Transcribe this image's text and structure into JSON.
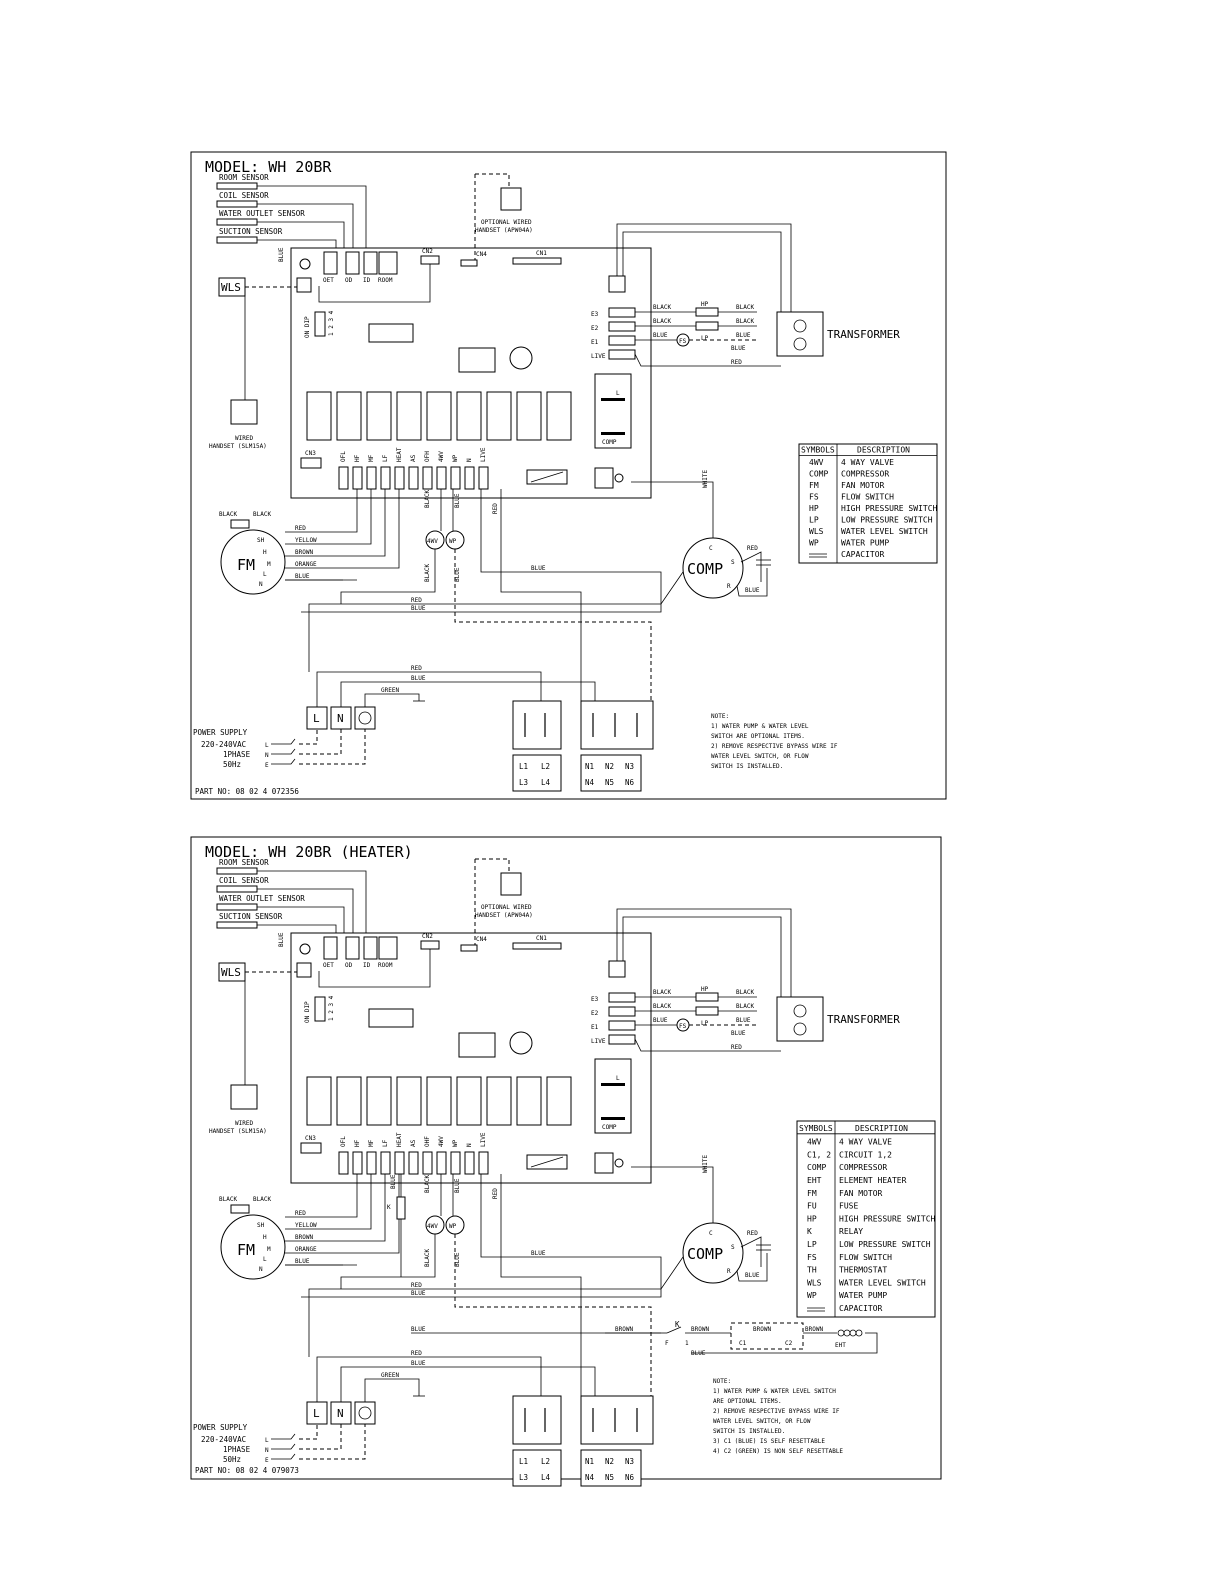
{
  "diagrams": [
    {
      "model_title": "MODEL: WH 20BR",
      "part_no": "PART NO: 08 02 4 072356",
      "sensors": [
        "ROOM SENSOR",
        "COIL SENSOR",
        "WATER OUTLET SENSOR",
        "SUCTION SENSOR"
      ],
      "sensor_connectors": [
        "OET",
        "OD",
        "ID",
        "ROOM"
      ],
      "board_labels": {
        "cn2": "CN2",
        "cn4": "CN4",
        "cn1": "CN1",
        "cn3": "CN3",
        "dip": "ON DIP",
        "dip_nums": "1 2 3 4"
      },
      "optional_handset": [
        "OPTIONAL WIRED",
        "HANDSET (APW04A)"
      ],
      "wired_handset": [
        "WIRED",
        "HANDSET (SLM15A)"
      ],
      "wls": "WLS",
      "relay_terminals": [
        "OFL",
        "HF",
        "MF",
        "LF",
        "HEAT",
        "AS",
        "OFH",
        "4WV",
        "WP",
        "N",
        "LIVE"
      ],
      "right_terminals": [
        "E3",
        "E2",
        "E1",
        "LIVE"
      ],
      "comp_terminal_labels": {
        "l": "L",
        "comp": "COMP"
      },
      "transformer": "TRANSFORMER",
      "switch_labels": {
        "hp": "HP",
        "lp": "LP",
        "fs": "FS"
      },
      "wire_labels": {
        "black": "BLACK",
        "blue": "BLUE",
        "red": "RED",
        "white": "WHITE",
        "yellow": "YELLOW",
        "brown": "BROWN",
        "orange": "ORANGE",
        "green": "GREEN"
      },
      "fm": {
        "name": "FM",
        "pins": [
          "SH",
          "H",
          "M",
          "L",
          "N"
        ]
      },
      "comp": {
        "name": "COMP",
        "pins": [
          "C",
          "S",
          "R"
        ]
      },
      "valves": [
        "4WV",
        "WP"
      ],
      "power": {
        "title": "POWER SUPPLY",
        "spec": [
          "220-240VAC",
          "1PHASE",
          "50Hz"
        ],
        "lines": [
          "L",
          "N",
          "E"
        ]
      },
      "terminal_block": {
        "row1": [
          "L1",
          "L2"
        ],
        "row2": [
          "L3",
          "L4"
        ],
        "row3": [
          "N1",
          "N2",
          "N3"
        ],
        "row4": [
          "N4",
          "N5",
          "N6"
        ]
      },
      "mains_labels": [
        "L",
        "N"
      ],
      "symbols_header": [
        "SYMBOLS",
        "DESCRIPTION"
      ],
      "symbols": [
        [
          "4WV",
          "4 WAY VALVE"
        ],
        [
          "COMP",
          "COMPRESSOR"
        ],
        [
          "FM",
          "FAN MOTOR"
        ],
        [
          "FS",
          "FLOW SWITCH"
        ],
        [
          "HP",
          "HIGH PRESSURE SWITCH"
        ],
        [
          "LP",
          "LOW PRESSURE SWITCH"
        ],
        [
          "WLS",
          "WATER LEVEL SWITCH"
        ],
        [
          "WP",
          "WATER PUMP"
        ],
        [
          "",
          "CAPACITOR"
        ]
      ],
      "notes": [
        "NOTE:",
        "1) WATER PUMP & WATER LEVEL",
        "   SWITCH ARE OPTIONAL ITEMS.",
        "2) REMOVE RESPECTIVE BYPASS WIRE IF",
        "   WATER LEVEL SWITCH, OR FLOW",
        "   SWITCH IS INSTALLED."
      ]
    },
    {
      "model_title": "MODEL: WH 20BR (HEATER)",
      "part_no": "PART NO: 08 02 4 079073",
      "sensors": [
        "ROOM SENSOR",
        "COIL SENSOR",
        "WATER OUTLET SENSOR",
        "SUCTION SENSOR"
      ],
      "sensor_connectors": [
        "OET",
        "OD",
        "ID",
        "ROOM"
      ],
      "board_labels": {
        "cn2": "CN2",
        "cn4": "CN4",
        "cn1": "CN1",
        "cn3": "CN3",
        "dip": "ON DIP",
        "dip_nums": "1 2 3 4"
      },
      "optional_handset": [
        "OPTIONAL WIRED",
        "HANDSET (APW04A)"
      ],
      "wired_handset": [
        "WIRED",
        "HANDSET (SLM15A)"
      ],
      "wls": "WLS",
      "relay_terminals": [
        "OFL",
        "HF",
        "MF",
        "LF",
        "HEAT",
        "AS",
        "OHF",
        "4WV",
        "WP",
        "N",
        "LIVE"
      ],
      "right_terminals": [
        "E3",
        "E2",
        "E1",
        "LIVE"
      ],
      "comp_terminal_labels": {
        "l": "L",
        "comp": "COMP"
      },
      "transformer": "TRANSFORMER",
      "switch_labels": {
        "hp": "HP",
        "lp": "LP",
        "fs": "FS"
      },
      "wire_labels": {
        "black": "BLACK",
        "blue": "BLUE",
        "red": "RED",
        "white": "WHITE",
        "yellow": "YELLOW",
        "brown": "BROWN",
        "orange": "ORANGE",
        "green": "GREEN"
      },
      "fm": {
        "name": "FM",
        "pins": [
          "SH",
          "H",
          "M",
          "L",
          "N"
        ]
      },
      "comp": {
        "name": "COMP",
        "pins": [
          "C",
          "S",
          "R"
        ]
      },
      "valves": [
        "4WV",
        "WP"
      ],
      "power": {
        "title": "POWER SUPPLY",
        "spec": [
          "220-240VAC",
          "1PHASE",
          "50Hz"
        ],
        "lines": [
          "L",
          "N",
          "E"
        ]
      },
      "terminal_block": {
        "row1": [
          "L1",
          "L2"
        ],
        "row2": [
          "L3",
          "L4"
        ],
        "row3": [
          "N1",
          "N2",
          "N3"
        ],
        "row4": [
          "N4",
          "N5",
          "N6"
        ]
      },
      "mains_labels": [
        "L",
        "N"
      ],
      "heater": {
        "k": "K",
        "k_pins": [
          "F",
          "1"
        ],
        "c1": "C1",
        "c2": "C2",
        "eht": "EHT"
      },
      "symbols_header": [
        "SYMBOLS",
        "DESCRIPTION"
      ],
      "symbols": [
        [
          "4WV",
          "4 WAY VALVE"
        ],
        [
          "C1, 2",
          "CIRCUIT 1,2"
        ],
        [
          "COMP",
          "COMPRESSOR"
        ],
        [
          "EHT",
          "ELEMENT HEATER"
        ],
        [
          "FM",
          "FAN MOTOR"
        ],
        [
          "FU",
          "FUSE"
        ],
        [
          "HP",
          "HIGH PRESSURE SWITCH"
        ],
        [
          "K",
          "RELAY"
        ],
        [
          "LP",
          "LOW PRESSURE SWITCH"
        ],
        [
          "FS",
          "FLOW SWITCH"
        ],
        [
          "TH",
          "THERMOSTAT"
        ],
        [
          "WLS",
          "WATER LEVEL SWITCH"
        ],
        [
          "WP",
          "WATER PUMP"
        ],
        [
          "",
          "CAPACITOR"
        ]
      ],
      "notes": [
        "NOTE:",
        "1) WATER PUMP & WATER LEVEL SWITCH",
        "   ARE OPTIONAL ITEMS.",
        "2) REMOVE RESPECTIVE BYPASS WIRE IF",
        "   WATER LEVEL SWITCH, OR FLOW",
        "   SWITCH IS INSTALLED.",
        "3) C1 (BLUE) IS SELF RESETTABLE",
        "4) C2 (GREEN) IS NON SELF RESETTABLE"
      ]
    }
  ]
}
